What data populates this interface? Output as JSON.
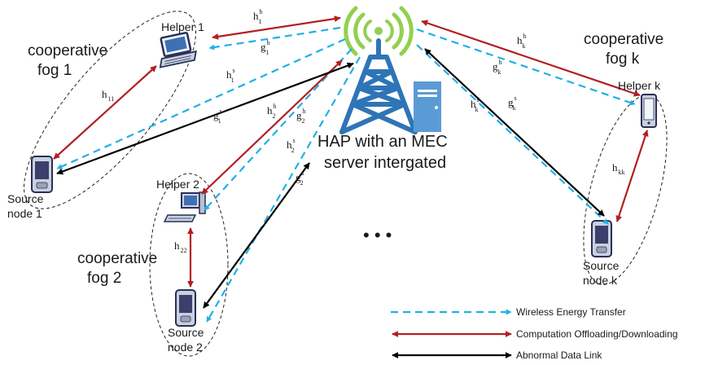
{
  "hap": {
    "line1": "HAP with an MEC",
    "line2": "server intergated"
  },
  "fogs": [
    {
      "line1": "cooperative",
      "line2": "fog 1"
    },
    {
      "line1": "cooperative",
      "line2": "fog 2"
    },
    {
      "line1": "cooperative",
      "line2": "fog k"
    }
  ],
  "helpers": [
    "Helper 1",
    "Helper 2",
    "Helper k"
  ],
  "sources": [
    {
      "line1": "Source",
      "line2": "node 1"
    },
    {
      "line1": "Source",
      "line2": "node 2"
    },
    {
      "line1": "Source",
      "line2": "node k"
    }
  ],
  "ellipsis": "• • •",
  "channels": {
    "h1h": {
      "base": "h",
      "sup": "h",
      "sub": "1"
    },
    "g1h": {
      "base": "g",
      "sup": "h",
      "sub": "1"
    },
    "h1s": {
      "base": "h",
      "sup": "s",
      "sub": "1"
    },
    "g1s": {
      "base": "g",
      "sup": "s",
      "sub": "1"
    },
    "h11": {
      "base": "h",
      "sub": "11"
    },
    "h2h": {
      "base": "h",
      "sup": "h",
      "sub": "2"
    },
    "g2h": {
      "base": "g",
      "sup": "h",
      "sub": "2"
    },
    "h2s": {
      "base": "h",
      "sup": "s",
      "sub": "2"
    },
    "g2s": {
      "base": "g",
      "sup": "s",
      "sub": "2"
    },
    "h22": {
      "base": "h",
      "sub": "22"
    },
    "hkh": {
      "base": "h",
      "sup": "h",
      "sub": "k"
    },
    "gkh": {
      "base": "g",
      "sup": "h",
      "sub": "k"
    },
    "hks": {
      "base": "h",
      "sup": "s",
      "sub": "k"
    },
    "gks": {
      "base": "g",
      "sup": "s",
      "sub": "k"
    },
    "hkk": {
      "base": "h",
      "sub": "kk"
    }
  },
  "legend": {
    "energy": {
      "label": "Wireless Energy Transfer",
      "color": "#1fb0e6"
    },
    "offload": {
      "label": "Computation Offloading/Downloading",
      "color": "#b21f24"
    },
    "abnormal": {
      "label": "Abnormal Data Link",
      "color": "#000000"
    }
  },
  "colors": {
    "tower": "#2e75b6",
    "server": "#5b9bd5",
    "signal": "#92d050"
  }
}
